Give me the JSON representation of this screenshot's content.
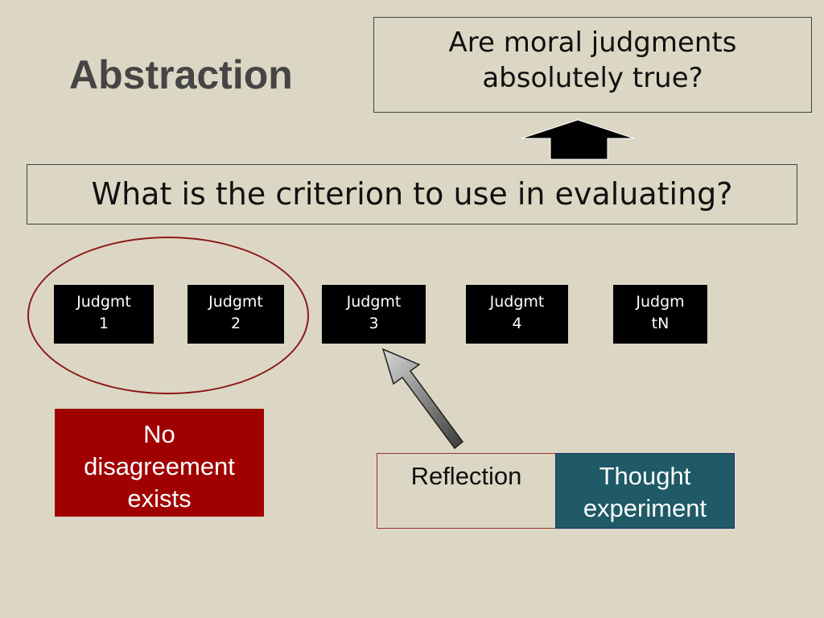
{
  "slide": {
    "title": "Abstraction",
    "question": "Are moral judgments absolutely true?",
    "criterion": "What is the criterion to use in evaluating?",
    "judgments": [
      {
        "label": "Judgmt\n1"
      },
      {
        "label": "Judgmt\n2"
      },
      {
        "label": "Judgmt\n3"
      },
      {
        "label": "Judgmt\n4"
      },
      {
        "label": "Judgm\ntN"
      }
    ],
    "no_disagreement": "No\ndisagreement\nexists",
    "methods": {
      "reflection": "Reflection",
      "thought_experiment": "Thought\nexperiment"
    }
  },
  "colors": {
    "background": "#dcd7c4",
    "judgment_box": "#000000",
    "no_disagreement_box": "#a00000",
    "thought_experiment_box": "#1f5a66",
    "ellipse_outline": "#8b1a1a"
  }
}
